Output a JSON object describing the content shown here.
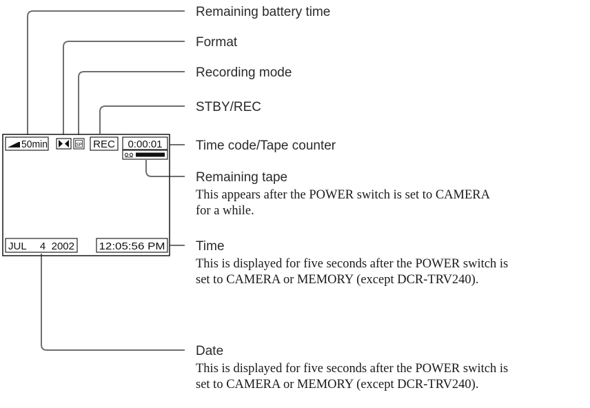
{
  "screen": {
    "battery": {
      "icon": "battery-icon",
      "value": "50min"
    },
    "format_icon": "digital8-format-icon",
    "mode_icon_text": "SP",
    "standby_rec": "REC",
    "timecode": "0:00:01",
    "tape_icon": "cassette-icon",
    "date": {
      "month": "JUL",
      "day": "4",
      "year": "2002"
    },
    "time": "12:05:56 PM"
  },
  "callouts": {
    "remaining_battery": {
      "label": "Remaining battery time"
    },
    "format": {
      "label": "Format"
    },
    "recording_mode": {
      "label": "Recording mode"
    },
    "stby_rec": {
      "label": "STBY/REC"
    },
    "time_code": {
      "label": "Time code/Tape counter"
    },
    "remaining_tape": {
      "label": "Remaining tape",
      "desc_line1": "This appears after the POWER switch is set to CAMERA",
      "desc_line2": "for a while."
    },
    "time": {
      "label": "Time",
      "desc_line1": "This is displayed for five seconds after the POWER switch is",
      "desc_line2": "set to CAMERA or MEMORY (except DCR-TRV240)."
    },
    "date": {
      "label": "Date",
      "desc_line1": "This is displayed for five seconds after the POWER switch is",
      "desc_line2": "set to CAMERA or MEMORY (except DCR-TRV240)."
    }
  },
  "colors": {
    "leader_lines": "#6e6e6e",
    "text": "#222222",
    "background": "#ffffff"
  }
}
